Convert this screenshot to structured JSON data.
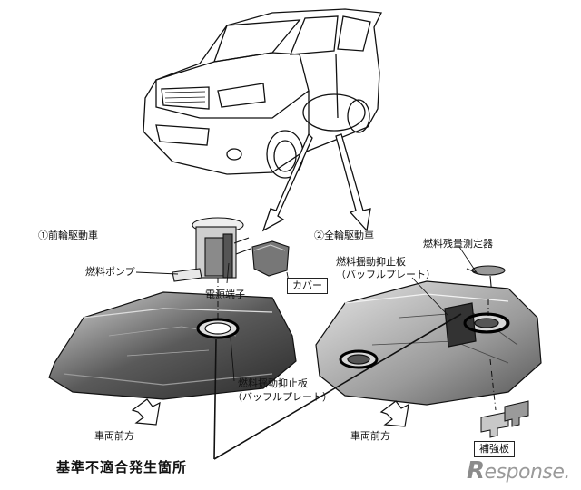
{
  "labels": {
    "fwd": "①前輪駆動車",
    "awd": "②全輪駆動車",
    "fuel_pump": "燃料ポンプ",
    "power_terminal": "電源端子",
    "cover": "カバー",
    "gauge": "燃料残量測定器",
    "baffle_awd_1": "燃料揺動抑止板",
    "baffle_awd_2": "（バッフルプレート）",
    "baffle_fwd_1": "燃料揺動抑止板",
    "baffle_fwd_2": "（バッフルプレート）",
    "front_left": "車両前方",
    "front_right": "車両前方",
    "reinforce": "補強板",
    "defect": "基準不適合発生箇所"
  },
  "logo": {
    "mark": "R",
    "text": "esponse."
  }
}
